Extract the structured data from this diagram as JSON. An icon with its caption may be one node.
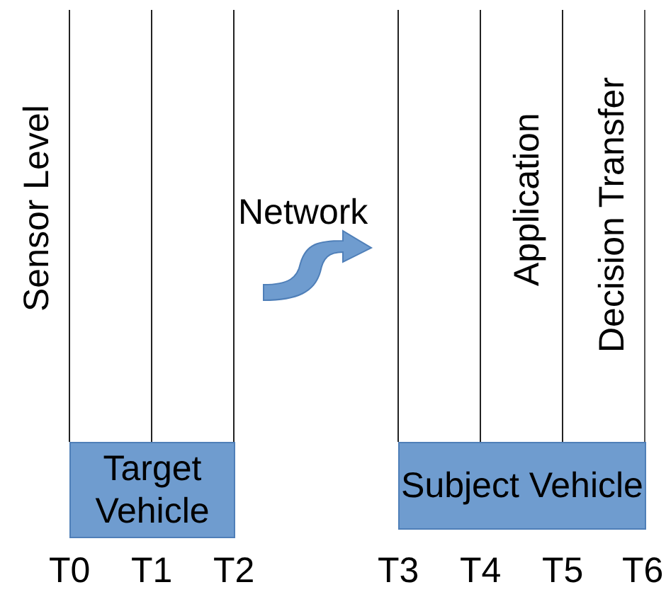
{
  "diagram": {
    "nodes": [
      {
        "text": [
          "Target Vehicle"
        ]
      },
      {
        "text": [
          "Subject Vehicle"
        ]
      }
    ],
    "edges": [],
    "labels": [
      "Sensor Level",
      "Network",
      "Application",
      "Decision Transfer",
      "T0",
      "T1",
      "T2",
      "T3",
      "T4",
      "T5",
      "T6"
    ]
  }
}
